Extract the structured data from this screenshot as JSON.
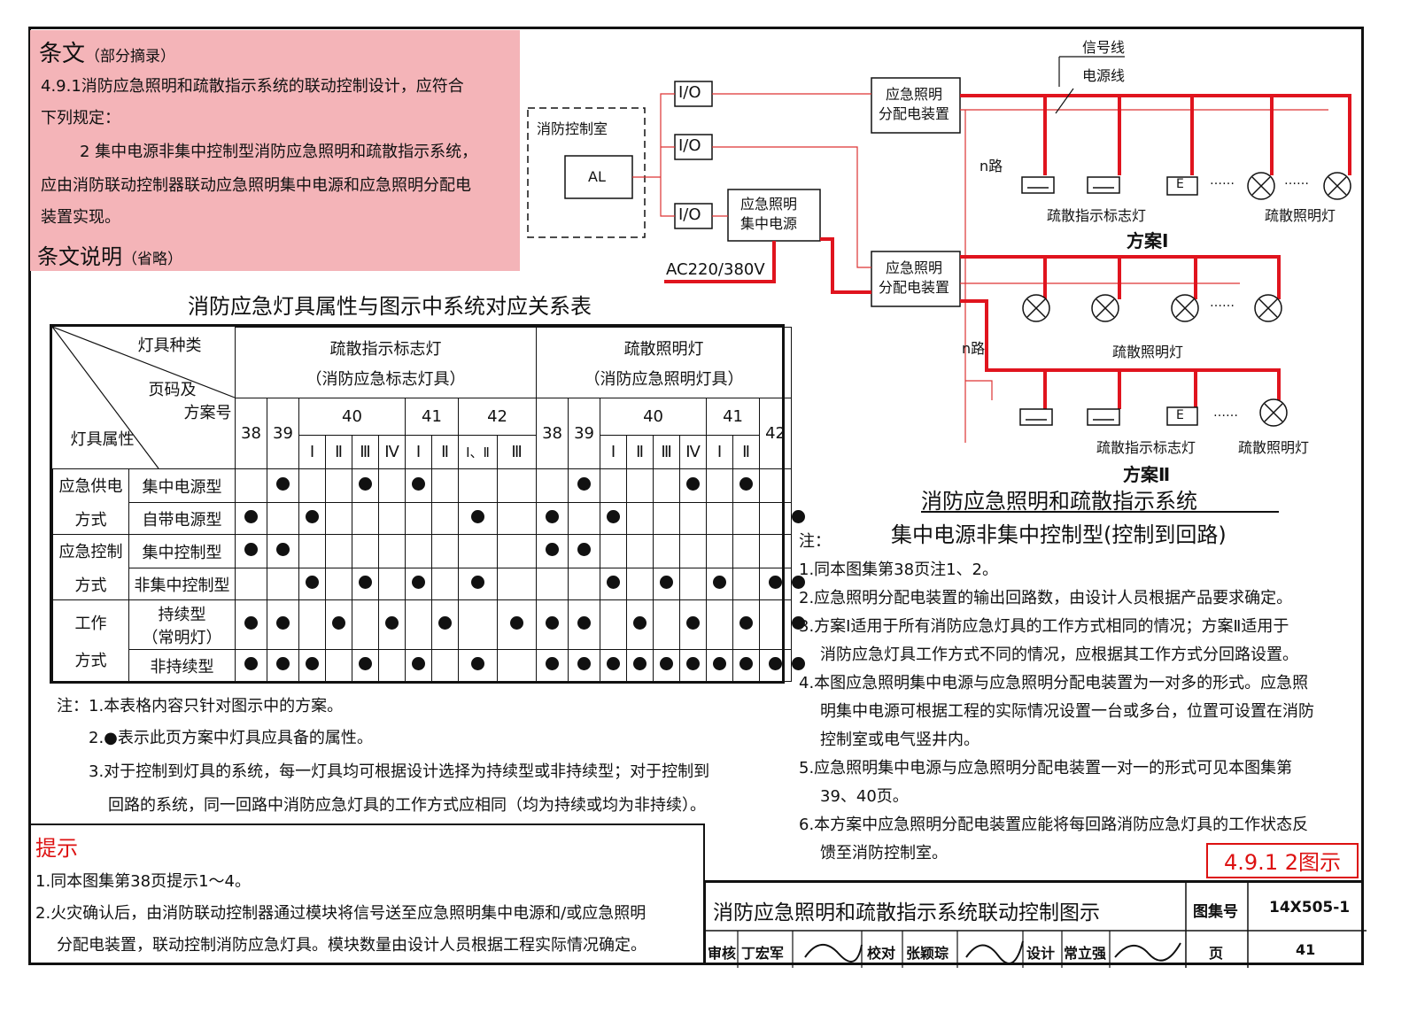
{
  "clause": {
    "title": "条文",
    "title_note": "（部分摘录）",
    "line1": "4.9.1消防应急照明和疏散指示系统的联动控制设计，应符合",
    "line2": "下列规定：",
    "line3": "2  集中电源非集中控制型消防应急照明和疏散指示系统，",
    "line4": "应由消防联动控制器联动应急照明集中电源和应急照明分配电",
    "line5": "装置实现。",
    "explain_title": "条文说明",
    "explain_note": "（省略）"
  },
  "diagram": {
    "control_room": "消防控制室",
    "al": "AL",
    "io": "I/O",
    "central_power_l1": "应急照明",
    "central_power_l2": "集中电源",
    "dist_l1": "应急照明",
    "dist_l2": "分配电装置",
    "ac": "AC220/380V",
    "signal_line": "信号线",
    "power_line": "电源线",
    "n_way": "n路",
    "evac_sign": "疏散指示标志灯",
    "evac_light": "疏散照明灯",
    "scheme1": "方案Ⅰ",
    "scheme2": "方案Ⅱ",
    "e_label": "E",
    "dots": "……"
  },
  "system_title": "消防应急照明和疏散指示系统",
  "system_subtitle": "集中电源非集中控制型(控制到回路)",
  "table": {
    "title": "消防应急灯具属性与图示中系统对应关系表",
    "corner_a": "灯具种类",
    "corner_b1": "页码及",
    "corner_b2": "方案号",
    "corner_c": "灯具属性",
    "group1_l1": "疏散指示标志灯",
    "group1_l2": "（消防应急标志灯具）",
    "group2_l1": "疏散照明灯",
    "group2_l2": "（消防应急照明灯具）",
    "pages1": [
      "38",
      "39",
      "40",
      "41",
      "42"
    ],
    "pages2": [
      "38",
      "39",
      "40",
      "41",
      "42"
    ],
    "schemes1": [
      "Ⅰ",
      "Ⅱ",
      "Ⅲ",
      "Ⅳ",
      "Ⅰ",
      "Ⅱ",
      "Ⅰ、Ⅱ",
      "Ⅲ"
    ],
    "schemes2": [
      "Ⅰ",
      "Ⅱ",
      "Ⅲ",
      "Ⅳ",
      "Ⅰ",
      "Ⅱ"
    ],
    "row_groups": [
      {
        "l1": "应急供电",
        "l2": "方式"
      },
      {
        "l1": "应急控制",
        "l2": "方式"
      },
      {
        "l1": "工作",
        "l2": "方式"
      }
    ],
    "rows": [
      {
        "label": "集中电源型",
        "dots": [
          0,
          1,
          0,
          0,
          1,
          0,
          1,
          0,
          0,
          0,
          0,
          1,
          0,
          0,
          0,
          1,
          0,
          1,
          0,
          0
        ]
      },
      {
        "label": "自带电源型",
        "dots": [
          1,
          0,
          1,
          0,
          0,
          0,
          0,
          0,
          1,
          0,
          1,
          0,
          1,
          0,
          0,
          0,
          0,
          0,
          0,
          1
        ]
      },
      {
        "label": "集中控制型",
        "dots": [
          1,
          1,
          0,
          0,
          0,
          0,
          0,
          0,
          0,
          0,
          1,
          1,
          0,
          0,
          0,
          0,
          0,
          0,
          0,
          0
        ]
      },
      {
        "label": "非集中控制型",
        "dots": [
          0,
          0,
          1,
          0,
          1,
          0,
          1,
          0,
          1,
          0,
          0,
          0,
          1,
          0,
          1,
          0,
          1,
          0,
          1,
          1
        ]
      },
      {
        "label": "持续型",
        "label2": "（常明灯）",
        "dots": [
          1,
          1,
          0,
          1,
          0,
          1,
          0,
          1,
          0,
          1,
          1,
          1,
          0,
          1,
          0,
          1,
          0,
          1,
          0,
          1
        ]
      },
      {
        "label": "非持续型",
        "dots": [
          1,
          1,
          1,
          0,
          1,
          0,
          1,
          0,
          1,
          0,
          1,
          1,
          1,
          1,
          1,
          1,
          1,
          1,
          1,
          1
        ]
      }
    ]
  },
  "table_notes": {
    "n1": "注：1.本表格内容只针对图示中的方案。",
    "n2": "2.●表示此页方案中灯具应具备的属性。",
    "n3a": "3.对于控制到灯具的系统，每一灯具均可根据设计选择为持续型或非持续型；对于控制到",
    "n3b": "回路的系统，同一回路中消防应急灯具的工作方式应相同（均为持续或均为非持续）。"
  },
  "notes": {
    "head": "注：",
    "n1": "1.同本图集第38页注1、2。",
    "n2": "2.应急照明分配电装置的输出回路数，由设计人员根据产品要求确定。",
    "n3a": "3.方案Ⅰ适用于所有消防应急灯具的工作方式相同的情况；方案Ⅱ适用于",
    "n3b": "消防应急灯具工作方式不同的情况，应根据其工作方式分回路设置。",
    "n4a": "4.本图应急照明集中电源与应急照明分配电装置为一对多的形式。应急照",
    "n4b": "明集中电源可根据工程的实际情况设置一台或多台，位置可设置在消防",
    "n4c": "控制室或电气竖井内。",
    "n5a": "5.应急照明集中电源与应急照明分配电装置一对一的形式可见本图集第",
    "n5b": "39、40页。",
    "n6a": "6.本方案中应急照明分配电装置应能将每回路消防应急灯具的工作状态反",
    "n6b": "馈至消防控制室。"
  },
  "hint": {
    "title": "提示",
    "h1": "1.同本图集第38页提示1～4。",
    "h2a": "2.火灾确认后，由消防联动控制器通过模块将信号送至应急照明集中电源和/或应急照明",
    "h2b": "分配电装置，联动控制消防应急灯具。模块数量由设计人员根据工程实际情况确定。"
  },
  "stamp": "4.9.1 2图示",
  "titleblock": {
    "title": "消防应急照明和疏散指示系统联动控制图示",
    "atlas_label": "图集号",
    "atlas_no": "14X505-1",
    "review": "审核",
    "reviewer": "丁宏军",
    "check": "校对",
    "checker": "张颖琮",
    "design": "设计",
    "designer": "常立强",
    "page_label": "页",
    "page_no": "41"
  },
  "colors": {
    "wire": "#e0141e",
    "pink": "#f4b4b8",
    "stamp": "#d11"
  }
}
